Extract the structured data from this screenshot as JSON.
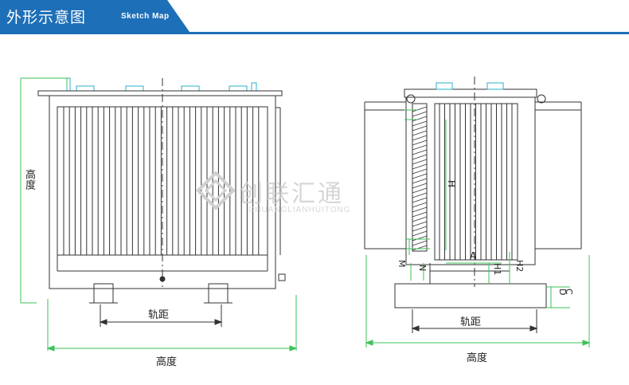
{
  "header": {
    "title": "外形示意图",
    "subtitle": "Sketch Map"
  },
  "front_view": {
    "height_label": "高度",
    "rail_label": "轨距",
    "width_label": "高度"
  },
  "side_view": {
    "rail_label": "轨距",
    "width_label": "高度",
    "dims": {
      "H": "H",
      "A": "A",
      "H1": "H1",
      "H2": "H2",
      "M": "M",
      "N": "N",
      "D": "D",
      "C": "C"
    }
  },
  "watermark": {
    "cn": "创联汇通",
    "en": "CHUANGLIANHUITONG"
  },
  "colors": {
    "brand": "#1d6fb8",
    "dimension": "#3ec15a",
    "accent": "#2bb0c9",
    "outline": "#333333"
  }
}
